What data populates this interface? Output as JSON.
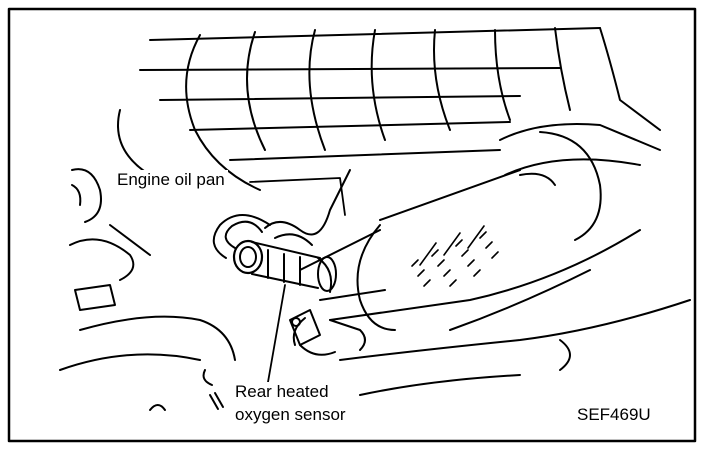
{
  "labels": {
    "oil_pan": "Engine oil pan",
    "sensor_line1": "Rear heated",
    "sensor_line2": "oxygen sensor",
    "figure_code": "SEF469U"
  },
  "colors": {
    "ink": "#000000",
    "paper": "#ffffff"
  }
}
